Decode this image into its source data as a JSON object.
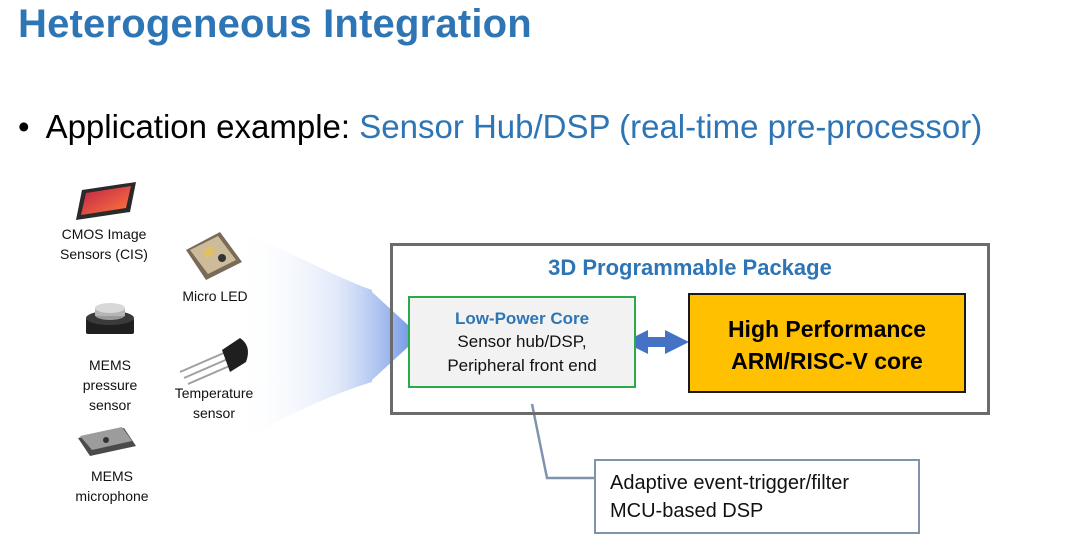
{
  "slide": {
    "title": "Heterogeneous Integration",
    "bullet": {
      "prefix": "Application example: ",
      "highlight": "Sensor Hub/DSP (real-time pre-processor)"
    }
  },
  "sensors": {
    "cis_line1": "CMOS Image",
    "cis_line2": "Sensors (CIS)",
    "microled": "Micro LED",
    "mems_pressure_line1": "MEMS",
    "mems_pressure_line2": "pressure",
    "mems_pressure_line3": "sensor",
    "temp_line1": "Temperature",
    "temp_line2": "sensor",
    "mems_mic_line1": "MEMS",
    "mems_mic_line2": "microphone"
  },
  "package": {
    "title": "3D Programmable Package",
    "low_power_core": {
      "title": "Low-Power Core",
      "line1": "Sensor hub/DSP,",
      "line2": "Peripheral front end"
    },
    "high_perf_core": {
      "line1": "High Performance",
      "line2": "ARM/RISC-V core"
    }
  },
  "callout": {
    "line1": "Adaptive event-trigger/filter",
    "line2": "MCU-based DSP"
  },
  "colors": {
    "title_blue": "#2e75b6",
    "core_green_border": "#2aaa4a",
    "high_perf_yellow": "#ffc000",
    "arrow_blue": "#4472c4"
  }
}
